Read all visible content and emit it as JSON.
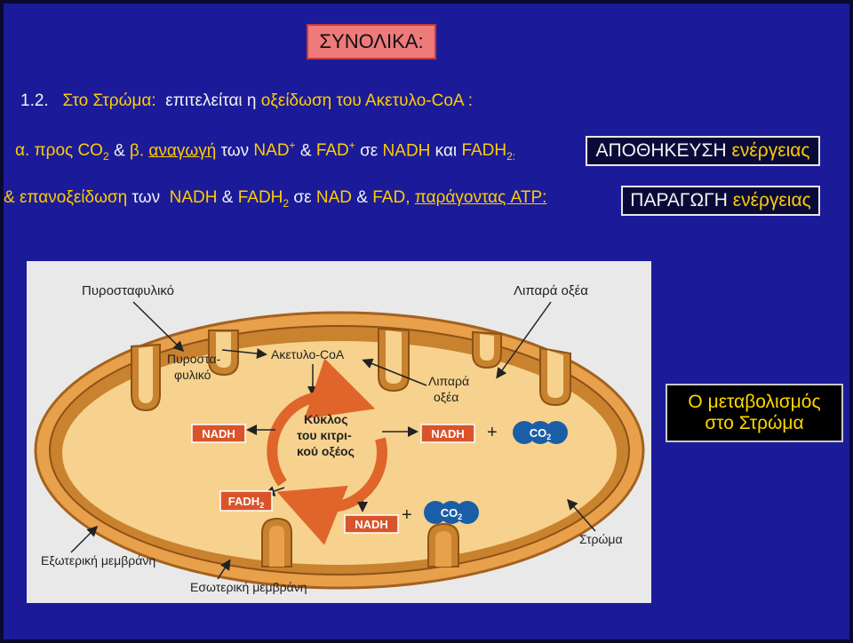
{
  "title": "ΣΥΝΟΛΙΚΑ:",
  "line1": {
    "num": "1.2.",
    "a": "Στο Στρώμα:",
    "b": "επιτελείται η",
    "c": "οξείδωση του Ακετυλο-CoA :"
  },
  "line2": {
    "a1": "α. προς CO",
    "a1sub": "2",
    "amp1": "&",
    "b": "β.",
    "b_u": "αναγωγή",
    "ton": "των",
    "nad": "NAD",
    "plus": "+",
    "amp2": "&",
    "fad": "FAD",
    "plus2": "+",
    "se": "σε",
    "nadh": "NADH",
    "kai": "και",
    "fadh": "FADH",
    "fadh_sub": "2:",
    "box_a": "ΑΠΟΘΗΚΕΥΣΗ",
    "box_b": "ενέργειας"
  },
  "line3": {
    "a": "& επανοξείδωση",
    "ton": "των",
    "nadh": "NADH",
    "amp": "&",
    "fadh": "FADH",
    "fadh_sub": "2",
    "se": "σε",
    "nad": "NAD",
    "amp2": "&",
    "fad": "FAD,",
    "atp": "παράγοντας ATP:",
    "box_a": "ΠΑΡΑΓΩΓΗ",
    "box_b": "ενέργειας"
  },
  "side_box": {
    "line1": "Ο μεταβολισμός",
    "line2": "στο Στρώμα"
  },
  "diagram": {
    "pyruvate_outer": "Πυροσταφυλικό",
    "fatty_outer": "Λιπαρά οξέα",
    "pyruvate_inner_1": "Πυροστα-",
    "pyruvate_inner_2": "φυλικό",
    "acetyl": "Ακετυλο-CoA",
    "fatty_inner_1": "Λιπαρά",
    "fatty_inner_2": "οξέα",
    "cycle_1": "Κύκλος",
    "cycle_2": "του κιτρι-",
    "cycle_3": "κού οξέος",
    "nadh": "NADH",
    "fadh": "FADH",
    "fadh_sub": "2",
    "co2": "CO",
    "co2_sub": "2",
    "plus": "+",
    "stroma": "Στρώμα",
    "outer_membrane": "Εξωτερική μεμβράνη",
    "inner_membrane": "Εσωτερική μεμβράνη"
  },
  "colors": {
    "slide_bg": "#1b1b99",
    "yellow": "#ffcc00",
    "membrane": "#c9822e",
    "matrix": "#f6d28e",
    "nadh_box": "#d9542b",
    "co2": "#1a5ea8",
    "arrow": "#e0652b"
  }
}
